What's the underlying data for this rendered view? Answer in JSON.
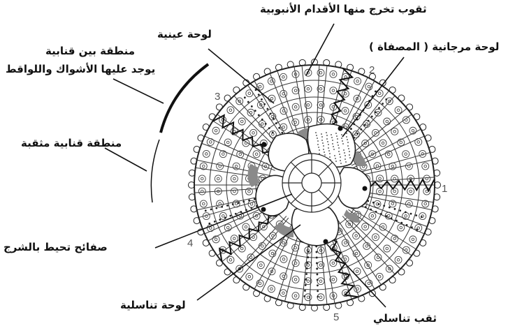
{
  "labels": {
    "tube_feet_pores": "ثقوب تخرج منها الأقدام الأنبوبية",
    "ocular_plate": "لوحة عينية",
    "madreporite": "لوحة مرجانية ( المصفاة )",
    "interambulacral_line1": "منطقة بين قنابية",
    "interambulacral_line2": "يوجد عليها الأشواك واللواقط",
    "ambulacral_zone": "منطقة قنابية مثقبة",
    "periproct_plates": "صفائح تحيط بالشرج",
    "genital_plate": "لوحة تناسلية",
    "genital_pore": "ثقب تناسلي"
  },
  "numbers": [
    "1",
    "2",
    "3",
    "4",
    "5"
  ],
  "colors": {
    "ink": "#111111",
    "shade": "#8a8a8a",
    "plate": "#ffffff"
  }
}
